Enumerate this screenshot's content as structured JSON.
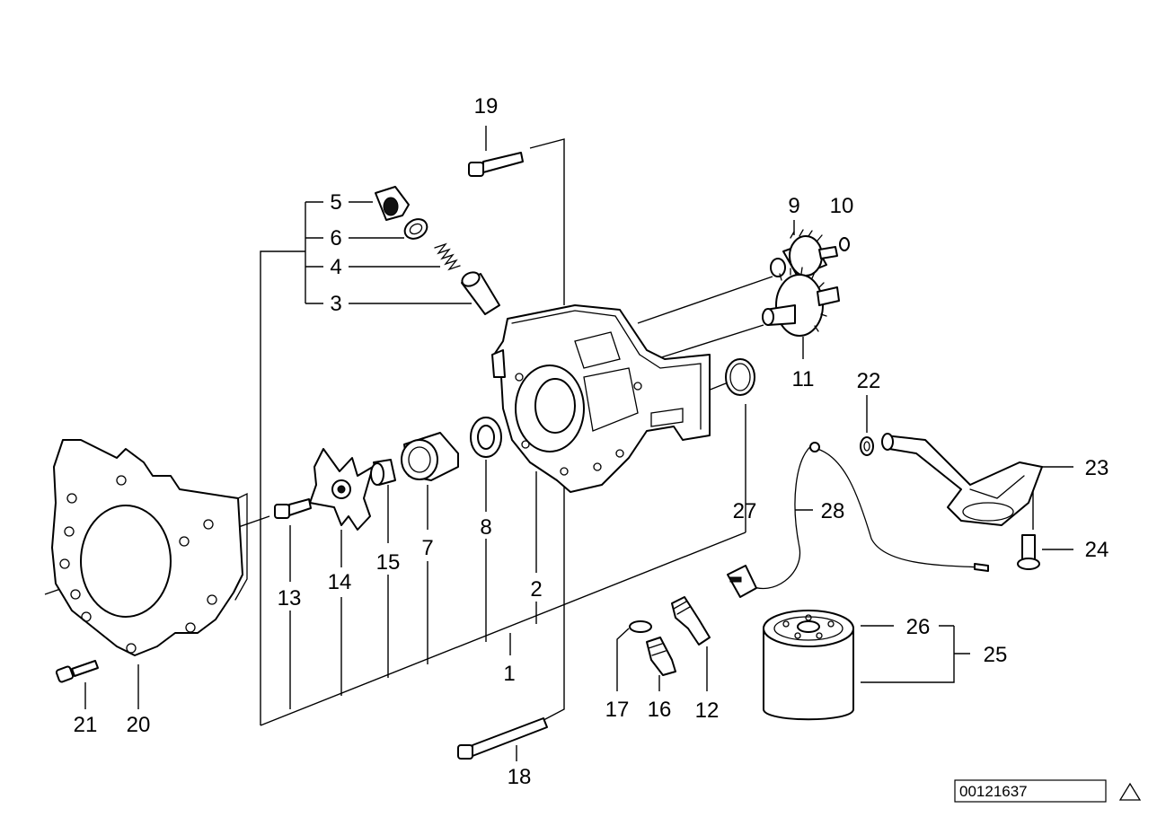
{
  "callouts": [
    {
      "id": "p1",
      "label": "1"
    },
    {
      "id": "p2",
      "label": "2"
    },
    {
      "id": "p3",
      "label": "3"
    },
    {
      "id": "p4",
      "label": "4"
    },
    {
      "id": "p5",
      "label": "5"
    },
    {
      "id": "p6",
      "label": "6"
    },
    {
      "id": "p7",
      "label": "7"
    },
    {
      "id": "p8",
      "label": "8"
    },
    {
      "id": "p9",
      "label": "9"
    },
    {
      "id": "p10",
      "label": "10"
    },
    {
      "id": "p11",
      "label": "11"
    },
    {
      "id": "p12",
      "label": "12"
    },
    {
      "id": "p13",
      "label": "13"
    },
    {
      "id": "p14",
      "label": "14"
    },
    {
      "id": "p15",
      "label": "15"
    },
    {
      "id": "p16",
      "label": "16"
    },
    {
      "id": "p17",
      "label": "17"
    },
    {
      "id": "p18",
      "label": "18"
    },
    {
      "id": "p19",
      "label": "19"
    },
    {
      "id": "p20",
      "label": "20"
    },
    {
      "id": "p21",
      "label": "21"
    },
    {
      "id": "p22",
      "label": "22"
    },
    {
      "id": "p23",
      "label": "23"
    },
    {
      "id": "p24",
      "label": "24"
    },
    {
      "id": "p25",
      "label": "25"
    },
    {
      "id": "p26",
      "label": "26"
    },
    {
      "id": "p27",
      "label": "27"
    },
    {
      "id": "p28",
      "label": "28"
    }
  ],
  "diagram_code": "00121637",
  "corner_icon": "warning-triangle-icon"
}
